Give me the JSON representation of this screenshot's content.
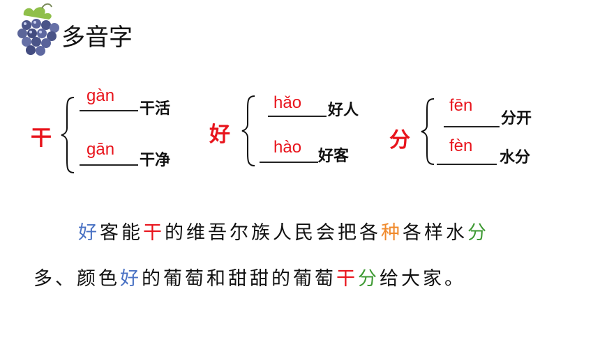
{
  "title": "多音字",
  "colors": {
    "red": "#e8141c",
    "blue": "#4a72c4",
    "orange": "#f0892a",
    "green": "#3f9a34"
  },
  "groups": [
    {
      "char": "干",
      "entries": [
        {
          "pinyin": "gàn",
          "word": "干活"
        },
        {
          "pinyin": "gān",
          "word": "干净"
        }
      ]
    },
    {
      "char": "好",
      "entries": [
        {
          "pinyin": "hǎo",
          "word": "好人"
        },
        {
          "pinyin": "hào",
          "word": "好客"
        }
      ]
    },
    {
      "char": "分",
      "entries": [
        {
          "pinyin": "fēn",
          "word": "分开"
        },
        {
          "pinyin": "fèn",
          "word": "水分"
        }
      ]
    }
  ],
  "paragraph": {
    "line1": [
      {
        "text": "好",
        "color": "blue"
      },
      {
        "text": "客能",
        "color": ""
      },
      {
        "text": "干",
        "color": "red"
      },
      {
        "text": "的维吾尔族人民会把各",
        "color": ""
      },
      {
        "text": "种",
        "color": "orange"
      },
      {
        "text": "各样水",
        "color": ""
      },
      {
        "text": "分",
        "color": "green"
      }
    ],
    "line2": [
      {
        "text": "多、颜色",
        "color": ""
      },
      {
        "text": "好",
        "color": "blue"
      },
      {
        "text": "的葡萄和甜甜的葡萄",
        "color": ""
      },
      {
        "text": "干",
        "color": "red"
      },
      {
        "text": "分",
        "color": "green"
      },
      {
        "text": "给大家。",
        "color": ""
      }
    ]
  }
}
